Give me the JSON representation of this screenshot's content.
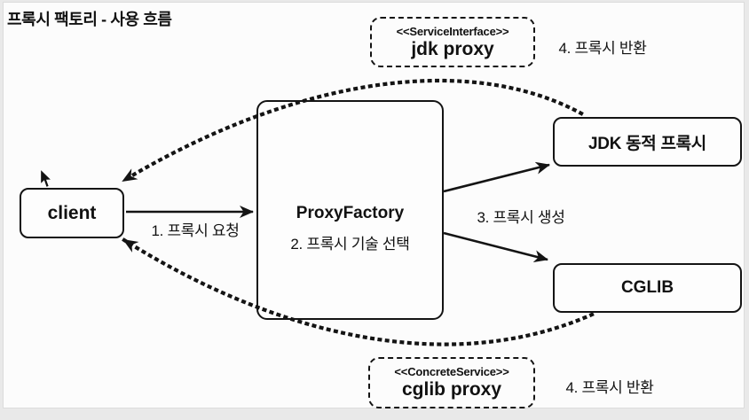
{
  "title": "프록시 팩토리 - 사용 흐름",
  "nodes": {
    "client": {
      "label": "client"
    },
    "proxy_factory": {
      "label": "ProxyFactory",
      "step": "2. 프록시 기술 선택"
    },
    "jdk_dynamic_proxy": {
      "label": "JDK 동적 프록시"
    },
    "cglib": {
      "label": "CGLIB"
    }
  },
  "interfaces": {
    "jdk": {
      "stereotype": "<<ServiceInterface>>",
      "label": "jdk proxy"
    },
    "cglib": {
      "stereotype": "<<ConcreteService>>",
      "label": "cglib proxy"
    }
  },
  "labels": {
    "request": "1. 프록시 요청",
    "create": "3. 프록시 생성",
    "return_jdk": "4. 프록시 반환",
    "return_cglib": "4. 프록시 반환"
  },
  "colors": {
    "ink": "#141414",
    "surface": "#fcfcfc",
    "frame": "#e9e9e9"
  }
}
